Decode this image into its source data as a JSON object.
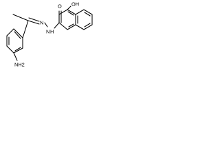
{
  "molecule": {
    "atoms": {
      "amino": "NH2",
      "hydrazone_n": "N",
      "amide_n": "N",
      "amide_h": "H",
      "carbonyl_o": "O",
      "hydroxyl": "OH"
    }
  }
}
